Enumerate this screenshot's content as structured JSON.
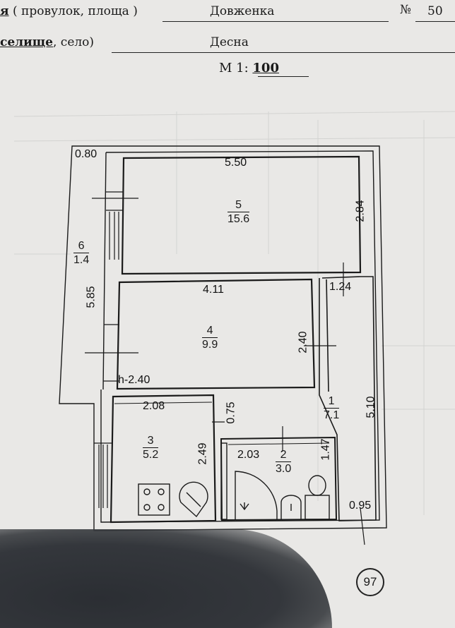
{
  "header": {
    "line1_prefix": "я",
    "line1_label": "( провулок, площа )",
    "street": "Довженка",
    "number_sign": "№",
    "number": "50",
    "line2_prefix": "селище",
    "line2_label": ", село)",
    "village": "Десна",
    "scale_label": "М 1:",
    "scale_value": "100"
  },
  "plan": {
    "outer": {
      "top_width": "0.80",
      "left_depth": "5.85",
      "corridor_width": "0.95"
    },
    "rooms": [
      {
        "number": "5",
        "area": "15.6",
        "width": "5.50",
        "depth": "2.84"
      },
      {
        "number": "6",
        "area": "1.4"
      },
      {
        "number": "4",
        "area": "9.9",
        "width": "4.11",
        "depth": "2.40",
        "height_note": "h-2.40"
      },
      {
        "number": "1",
        "area": "7.1",
        "width": "1.24",
        "depth": "5.10"
      },
      {
        "number": "3",
        "area": "5.2",
        "width": "2.08",
        "depth": "2.49"
      },
      {
        "number": "2",
        "area": "3.0",
        "width": "2.03",
        "depth": "1.47",
        "door_dim": "0.75"
      }
    ]
  },
  "page_stamp": "97"
}
